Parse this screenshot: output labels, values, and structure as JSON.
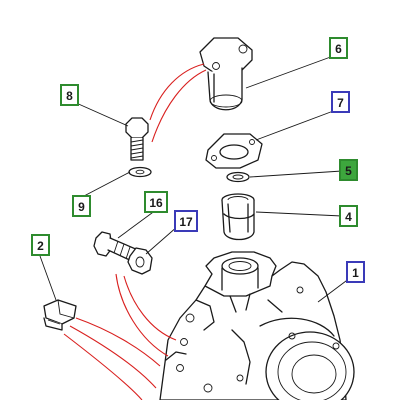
{
  "diagram": {
    "callouts": [
      {
        "id": "c6",
        "label": "6",
        "border": "#2e8b2e",
        "fill": "#ffffff"
      },
      {
        "id": "c7",
        "label": "7",
        "border": "#3a3ab8",
        "fill": "#ffffff"
      },
      {
        "id": "c5",
        "label": "5",
        "border": "#2e8b2e",
        "fill": "#3da63d"
      },
      {
        "id": "c4",
        "label": "4",
        "border": "#2e8b2e",
        "fill": "#ffffff"
      },
      {
        "id": "c8",
        "label": "8",
        "border": "#2e8b2e",
        "fill": "#ffffff"
      },
      {
        "id": "c9",
        "label": "9",
        "border": "#2e8b2e",
        "fill": "#ffffff"
      },
      {
        "id": "c16",
        "label": "16",
        "border": "#2e8b2e",
        "fill": "#ffffff"
      },
      {
        "id": "c17",
        "label": "17",
        "border": "#3a3ab8",
        "fill": "#ffffff"
      },
      {
        "id": "c2",
        "label": "2",
        "border": "#2e8b2e",
        "fill": "#ffffff"
      },
      {
        "id": "c1",
        "label": "1",
        "border": "#3a3ab8",
        "fill": "#ffffff"
      }
    ],
    "colors": {
      "line": "#1a1a1a",
      "leader_red": "#d9201f"
    }
  }
}
